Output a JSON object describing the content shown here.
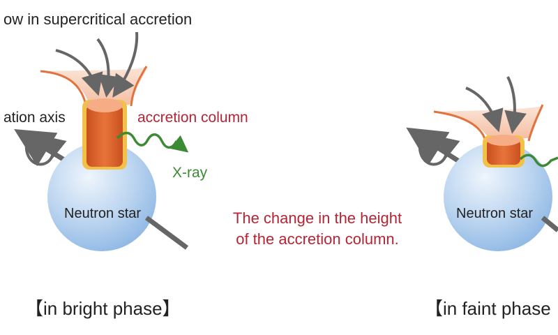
{
  "title": "ow in supercritical accretion",
  "rotation_axis_label": "ation axis",
  "accretion_column_label": "accretion column",
  "xray_label": "X-ray",
  "neutron_star_bright": "Neutron star",
  "neutron_star_faint": "Neutron star",
  "caption_line1": "The change in the height",
  "caption_line2": "of the accretion column.",
  "phase_bright": "【in bright phase】",
  "phase_faint": "【in faint phase",
  "colors": {
    "star_light": "#e8f1fb",
    "star_dark": "#8eb8e6",
    "column": "#e0672e",
    "column_rim": "#f2c14a",
    "funnel": "#f7d0bc",
    "funnel_edge": "#e0733f",
    "arrow": "#666666",
    "xray": "#3d8a35",
    "label_red": "#b32535"
  }
}
